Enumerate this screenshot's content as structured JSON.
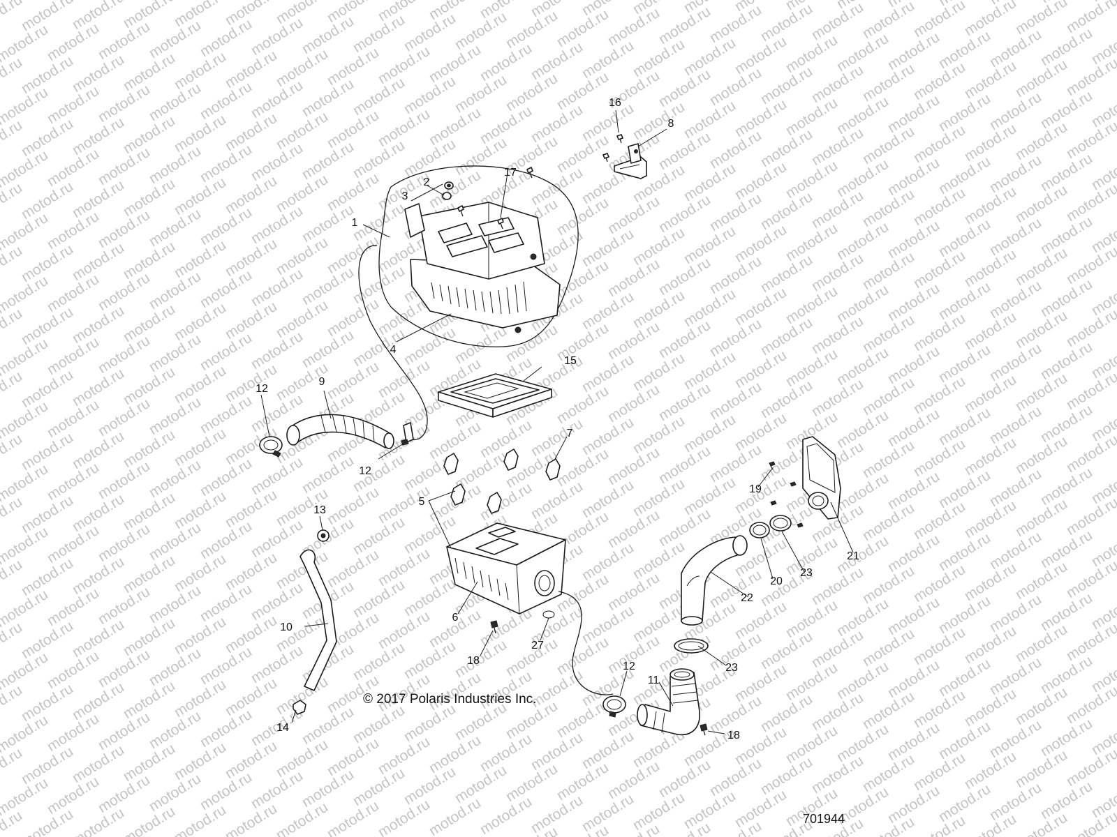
{
  "watermark": {
    "text": "motod.ru",
    "color": "#c4c4c4"
  },
  "copyright": "© 2017 Polaris Industries Inc.",
  "document_number": "701944",
  "callouts": [
    {
      "id": "c1",
      "text": "1"
    },
    {
      "id": "c2",
      "text": "2"
    },
    {
      "id": "c3",
      "text": "3"
    },
    {
      "id": "c4",
      "text": "4"
    },
    {
      "id": "c5",
      "text": "5"
    },
    {
      "id": "c6",
      "text": "6"
    },
    {
      "id": "c7",
      "text": "7"
    },
    {
      "id": "c8",
      "text": "8"
    },
    {
      "id": "c9",
      "text": "9"
    },
    {
      "id": "c10",
      "text": "10"
    },
    {
      "id": "c11",
      "text": "11"
    },
    {
      "id": "c12a",
      "text": "12"
    },
    {
      "id": "c12b",
      "text": "12"
    },
    {
      "id": "c12c",
      "text": "12"
    },
    {
      "id": "c13",
      "text": "13"
    },
    {
      "id": "c14",
      "text": "14"
    },
    {
      "id": "c15",
      "text": "15"
    },
    {
      "id": "c16",
      "text": "16"
    },
    {
      "id": "c17",
      "text": "17"
    },
    {
      "id": "c18a",
      "text": "18"
    },
    {
      "id": "c18b",
      "text": "18"
    },
    {
      "id": "c19",
      "text": "19"
    },
    {
      "id": "c20",
      "text": "20"
    },
    {
      "id": "c21",
      "text": "21"
    },
    {
      "id": "c22",
      "text": "22"
    },
    {
      "id": "c23a",
      "text": "23"
    },
    {
      "id": "c23b",
      "text": "23"
    },
    {
      "id": "c27",
      "text": "27"
    }
  ],
  "icons": [
    "air-box-cover-icon",
    "air-filter-icon",
    "air-box-base-icon",
    "intake-duct-icon",
    "hose-clamp-icon",
    "drain-hose-icon",
    "bracket-icon",
    "screw-icon",
    "outlet-duct-icon",
    "elbow-duct-icon",
    "ring-clamp-icon",
    "air-intake-housing-icon",
    "clip-icon",
    "grommet-icon",
    "o-ring-icon"
  ]
}
